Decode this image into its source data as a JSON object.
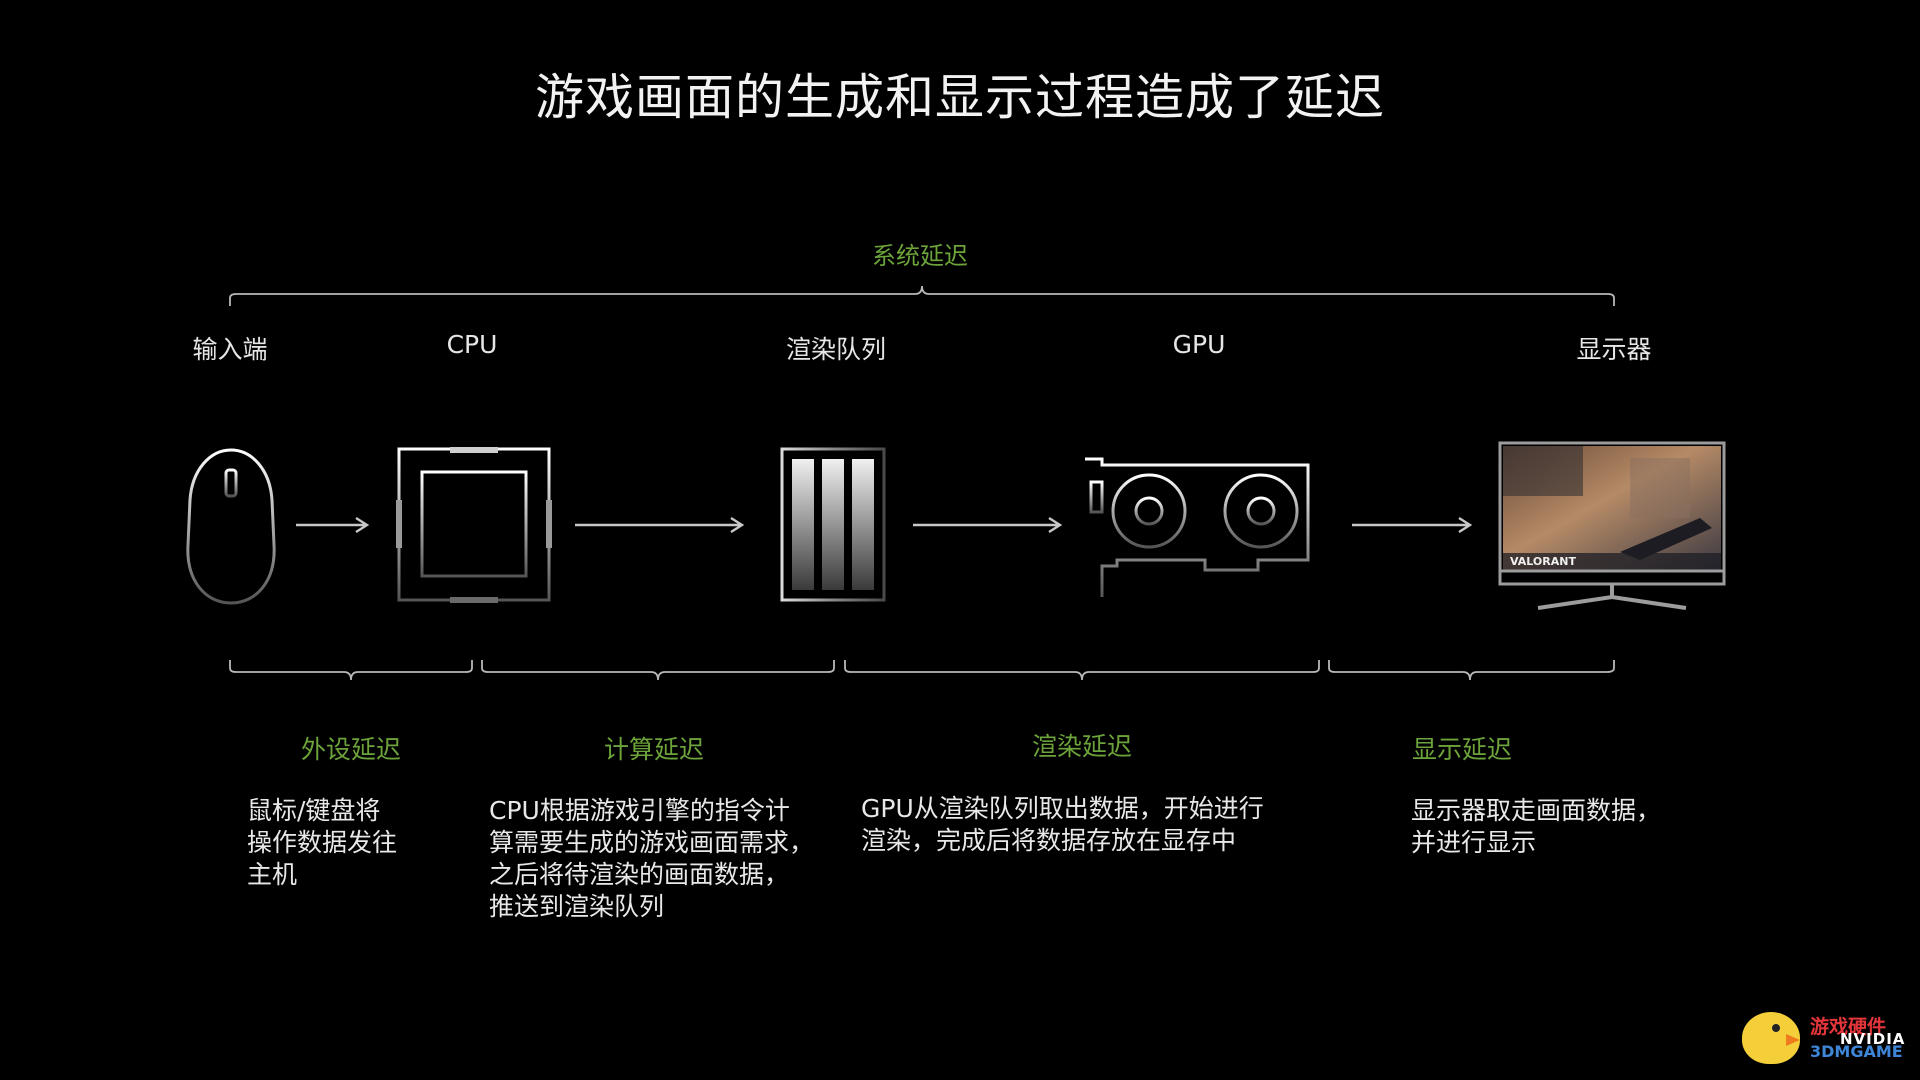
{
  "title": "游戏画面的生成和显示过程造成了延迟",
  "system_latency": "系统延迟",
  "colors": {
    "background": "#000000",
    "accent_green": "#6ca33a",
    "text": "#e8e8e8",
    "bracket": "#b8b8b8"
  },
  "stages": [
    {
      "label": "输入端",
      "icon": "mouse-icon"
    },
    {
      "label": "CPU",
      "icon": "cpu-icon"
    },
    {
      "label": "渲染队列",
      "icon": "render-queue-icon"
    },
    {
      "label": "GPU",
      "icon": "gpu-icon"
    },
    {
      "label": "显示器",
      "icon": "monitor-icon"
    }
  ],
  "monitor_screen": {
    "game_logo": "VALORANT"
  },
  "latencies": [
    {
      "label": "外设延迟",
      "desc": "鼠标/键盘将\n操作数据发往\n主机"
    },
    {
      "label": "计算延迟",
      "desc": "CPU根据游戏引擎的指令计\n算需要生成的游戏画面需求，\n之后将待渲染的画面数据，\n推送到渲染队列"
    },
    {
      "label": "渲染延迟",
      "desc": "GPU从渲染队列取出数据，开始进行\n渲染，完成后将数据存放在显存中"
    },
    {
      "label": "显示延迟",
      "desc": "显示器取走画面数据，\n并进行显示"
    }
  ],
  "watermark": {
    "cn": "游戏硬件",
    "en": "3DMGAME",
    "brand": "NVIDIA"
  }
}
